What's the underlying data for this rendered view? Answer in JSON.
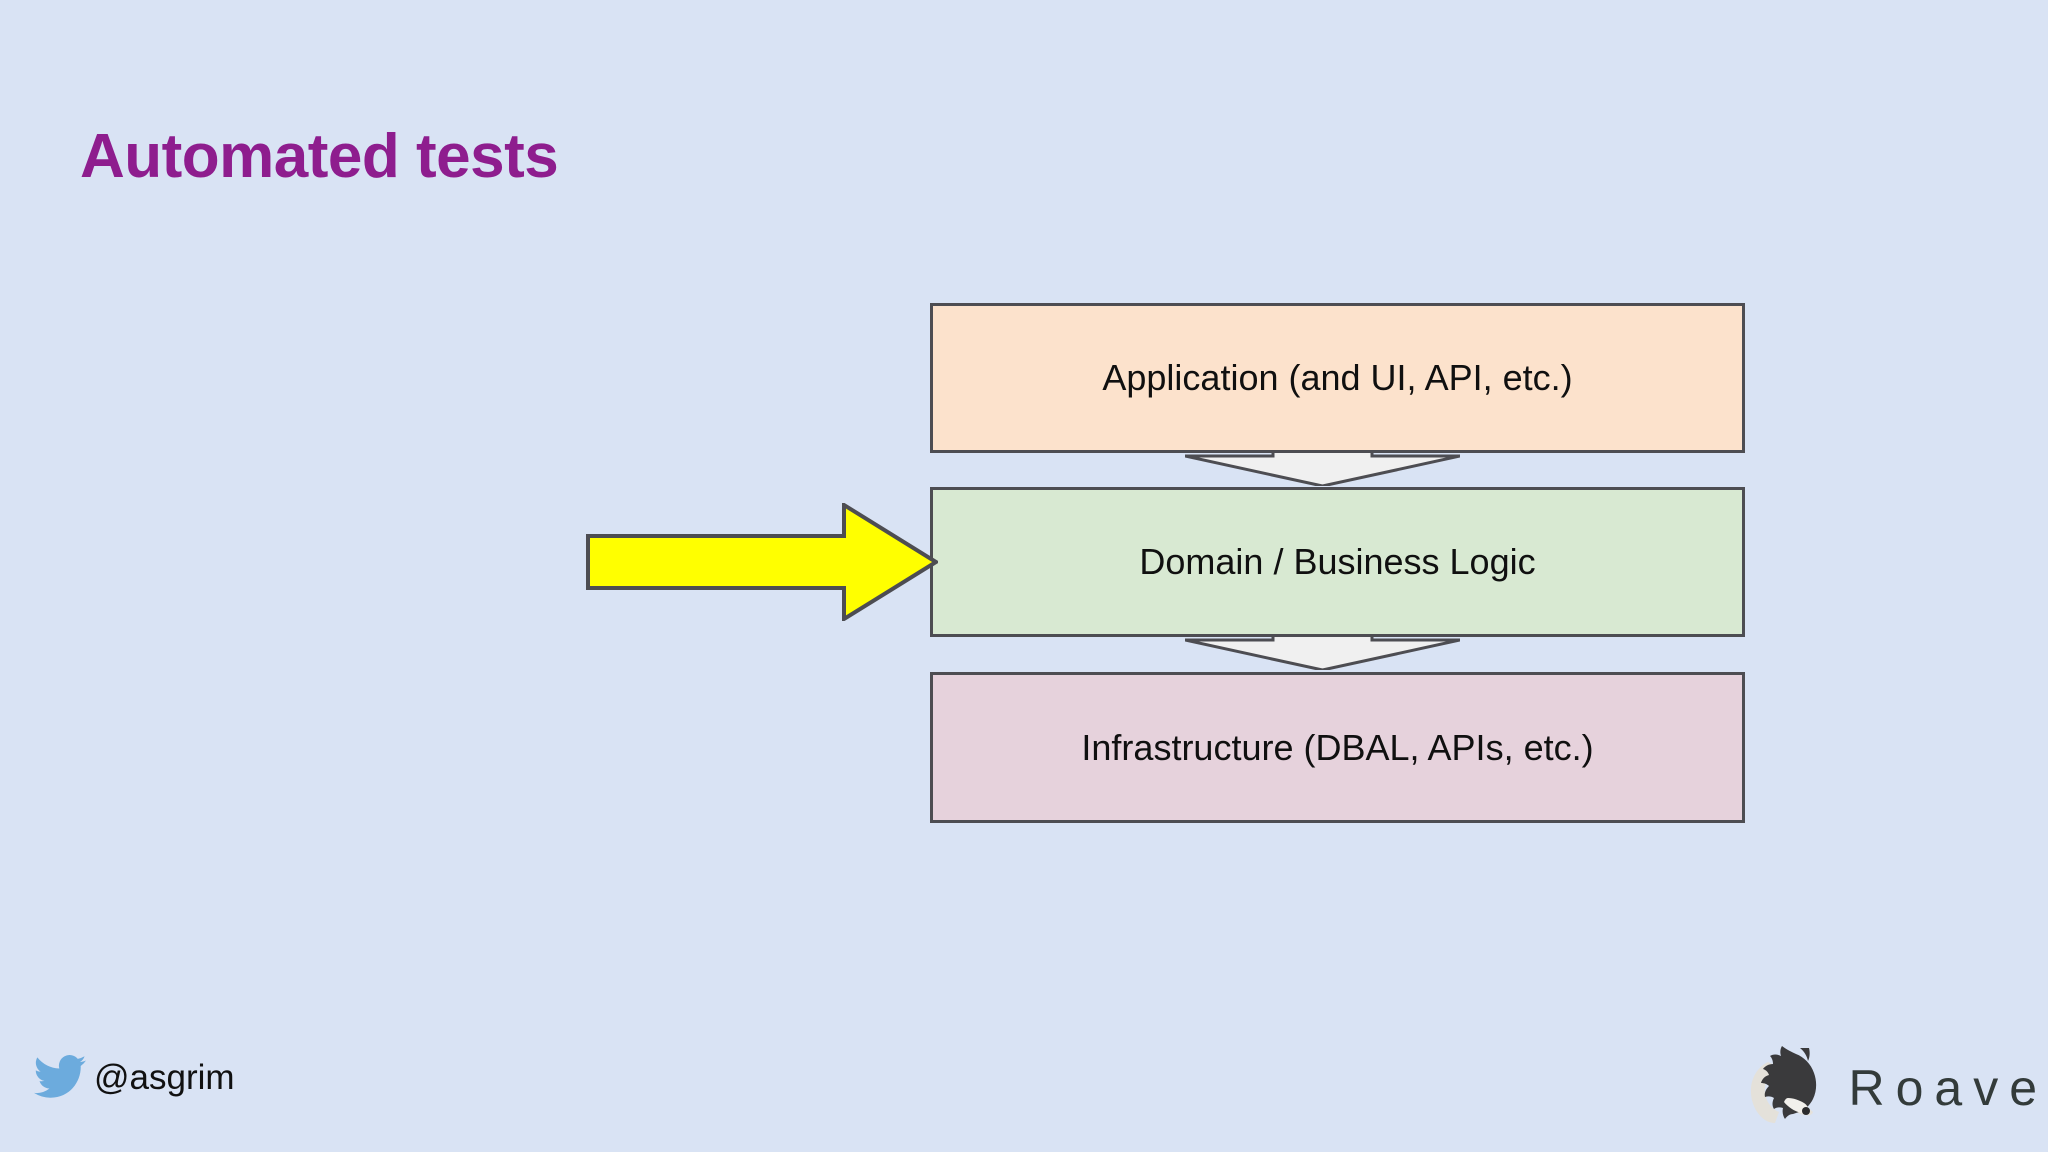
{
  "slide": {
    "title": "Automated tests",
    "background_color": "#d9e3f4",
    "title_color": "#8e1d8e"
  },
  "diagram": {
    "type": "layered-architecture",
    "border_color": "#4d4d52",
    "layers": [
      {
        "id": "application",
        "label": "Application (and UI, API, etc.)",
        "fill_color": "#fce2cc"
      },
      {
        "id": "domain",
        "label": "Domain / Business Logic",
        "fill_color": "#d8e9d2",
        "highlighted": "true"
      },
      {
        "id": "infrastructure",
        "label": "Infrastructure (DBAL, APIs, etc.)",
        "fill_color": "#e6d2dc"
      }
    ],
    "connectors": [
      {
        "id": "app-to-domain",
        "from": "application",
        "to": "domain",
        "fill_color": "#f0f0f0"
      },
      {
        "id": "domain-to-infra",
        "from": "domain",
        "to": "infrastructure",
        "fill_color": "#f0f0f0"
      }
    ],
    "emphasis_arrow": {
      "id": "arrow-emphasis",
      "points_to": "domain",
      "direction": "right",
      "fill_color": "#ffff00",
      "stroke_color": "#4d4d52"
    }
  },
  "footer": {
    "twitter": {
      "icon": "twitter-bird-icon",
      "icon_color": "#6cabdd",
      "handle": "@asgrim"
    },
    "brand": {
      "icon": "roave-dog-logo",
      "name": "Roave",
      "name_color": "#333b3a"
    }
  }
}
